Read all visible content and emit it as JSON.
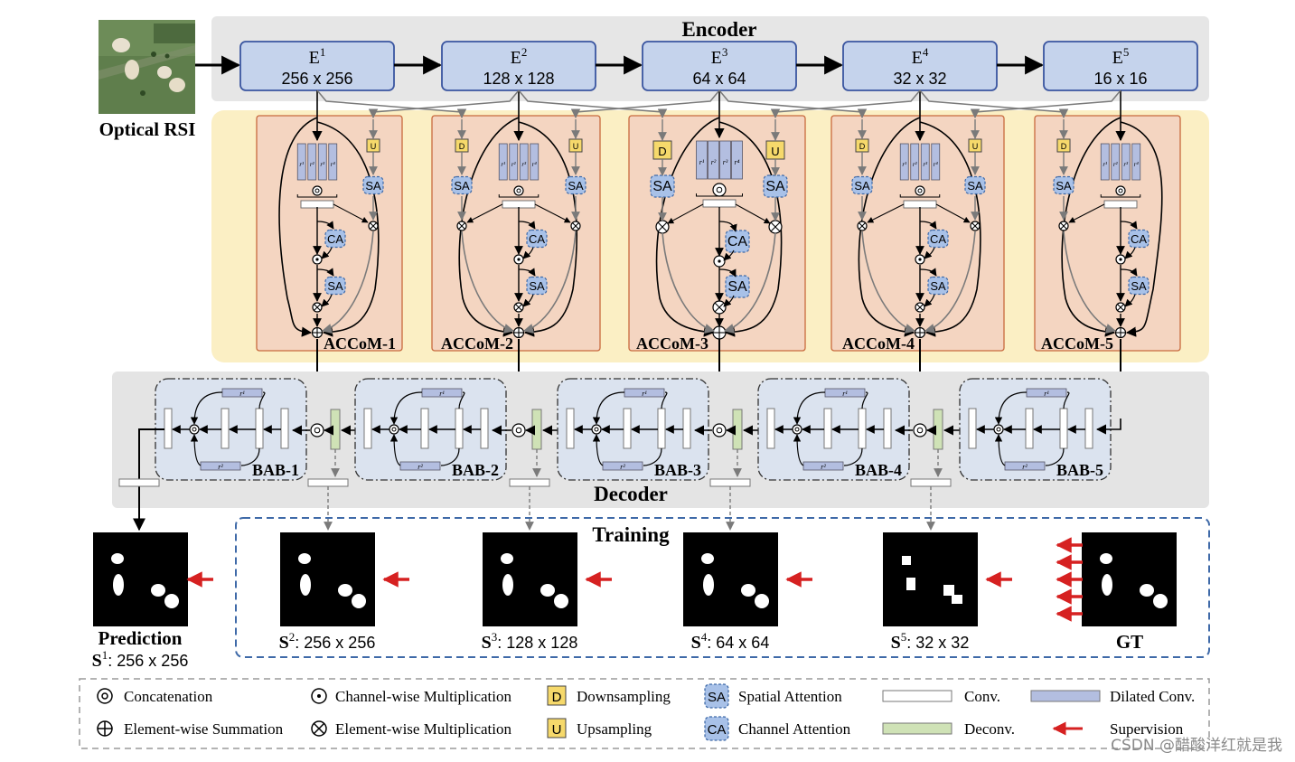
{
  "input": {
    "label": "Optical RSI"
  },
  "encoder": {
    "title": "Encoder",
    "stages": [
      {
        "name": "E",
        "sup": "1",
        "size": "256 x 256"
      },
      {
        "name": "E",
        "sup": "2",
        "size": "128 x 128"
      },
      {
        "name": "E",
        "sup": "3",
        "size": "64 x 64"
      },
      {
        "name": "E",
        "sup": "4",
        "size": "32 x 32"
      },
      {
        "name": "E",
        "sup": "5",
        "size": "16 x 16"
      }
    ]
  },
  "accom": {
    "modules": [
      "ACCoM-1",
      "ACCoM-2",
      "ACCoM-3",
      "ACCoM-4",
      "ACCoM-5"
    ],
    "d_label": "D",
    "u_label": "U",
    "sa_label": "SA",
    "ca_label": "CA",
    "r_labels": [
      "r¹",
      "r²",
      "r³",
      "r⁴"
    ]
  },
  "decoder": {
    "title": "Decoder",
    "babs": [
      "BAB-1",
      "BAB-2",
      "BAB-3",
      "BAB-4",
      "BAB-5"
    ],
    "r1_label": "r¹",
    "r2_label": "r²"
  },
  "training": {
    "title": "Training",
    "outputs": [
      {
        "name": "S",
        "sup": "2",
        "size": ": 256 x 256"
      },
      {
        "name": "S",
        "sup": "3",
        "size": ": 128 x 128"
      },
      {
        "name": "S",
        "sup": "4",
        "size": ": 64 x 64"
      },
      {
        "name": "S",
        "sup": "5",
        "size": ": 32 x 32"
      }
    ],
    "gt_label": "GT"
  },
  "prediction": {
    "label": "Prediction",
    "name": "S",
    "sup": "1",
    "size": ": 256 x 256"
  },
  "legend": {
    "concatenation": "Concatenation",
    "channel_mult": "Channel-wise Multiplication",
    "downsampling": "Downsampling",
    "spatial_attention": "Spatial Attention",
    "conv": "Conv.",
    "dilated_conv": "Dilated Conv.",
    "element_sum": "Element-wise Summation",
    "element_mult": "Element-wise Multiplication",
    "upsampling": "Upsampling",
    "channel_attention": "Channel Attention",
    "deconv": "Deconv.",
    "supervision": "Supervision",
    "d_label": "D",
    "u_label": "U",
    "sa_label": "SA",
    "ca_label": "CA"
  },
  "watermark": "CSDN @醋酸洋红就是我",
  "colors": {
    "encoder_box_fill": "#c5d3ec",
    "encoder_box_stroke": "#3a55a0",
    "encoder_band": "#e6e6e6",
    "accom_band": "#fbefc4",
    "accom_module": "#f4d5c1",
    "accom_module_stroke": "#c86a3e",
    "decoder_band": "#e4e4e4",
    "bab_fill": "#dbe3ef",
    "dilated_fill": "#b3bee0",
    "deconv_fill": "#cfe2b6",
    "ds_fill": "#f6d96b",
    "attn_fill": "#a8c1e8",
    "training_stroke": "#3f6aa8",
    "supervision": "#d62121"
  }
}
